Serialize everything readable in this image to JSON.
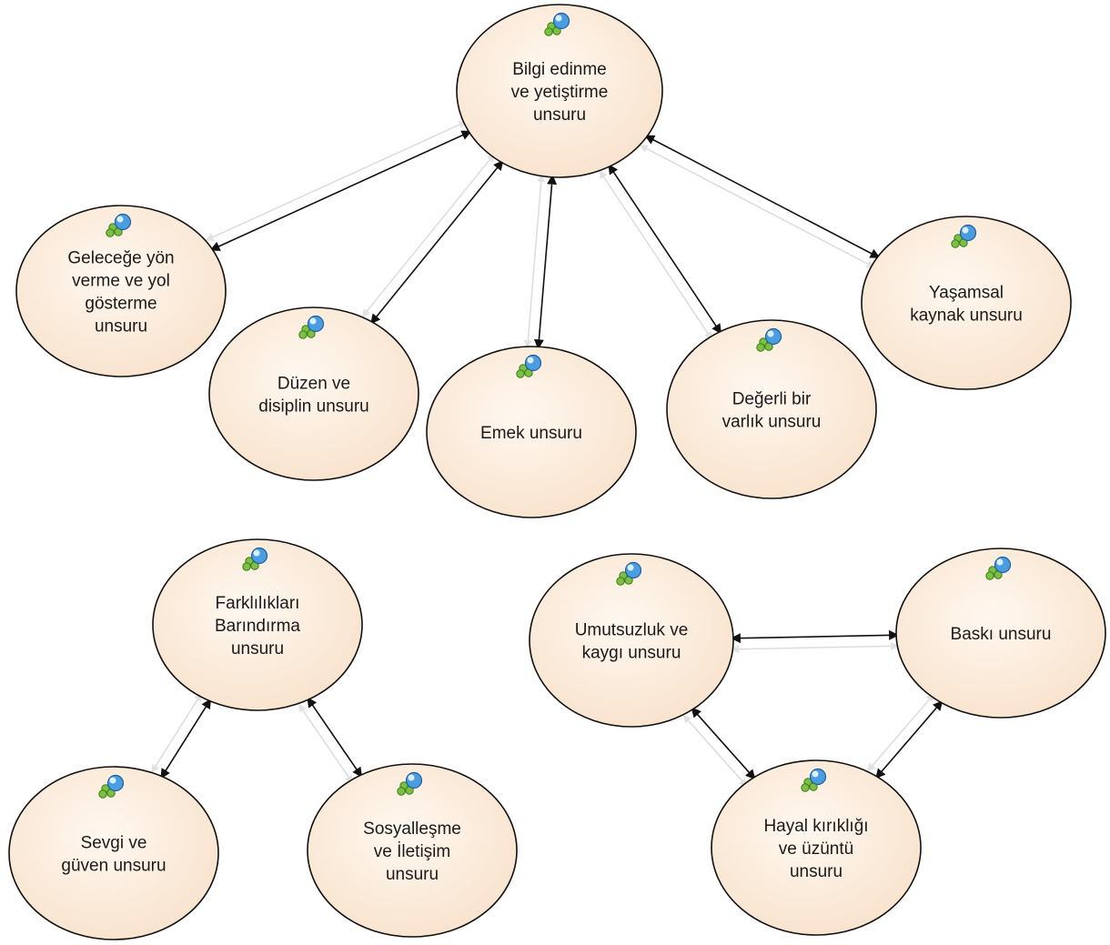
{
  "nodes": [
    {
      "id": "bilgi",
      "lines": [
        "Bilgi edinme",
        "ve yetiştirme",
        "unsuru"
      ]
    },
    {
      "id": "gelecek",
      "lines": [
        "Geleceğe yön",
        "verme ve yol",
        "gösterme",
        "unsuru"
      ]
    },
    {
      "id": "duzen",
      "lines": [
        "Düzen ve",
        "disiplin unsuru"
      ]
    },
    {
      "id": "emek",
      "lines": [
        "Emek unsuru"
      ]
    },
    {
      "id": "degerli",
      "lines": [
        "Değerli bir",
        "varlık unsuru"
      ]
    },
    {
      "id": "yasamsal",
      "lines": [
        "Yaşamsal",
        "kaynak unsuru"
      ]
    },
    {
      "id": "farklilik",
      "lines": [
        "Farklılıkları",
        "Barındırma",
        "unsuru"
      ]
    },
    {
      "id": "sevgi",
      "lines": [
        "Sevgi ve",
        "güven unsuru"
      ]
    },
    {
      "id": "sosyal",
      "lines": [
        "Sosyalleşme",
        "ve İletişim",
        "unsuru"
      ]
    },
    {
      "id": "umutsuzluk",
      "lines": [
        "Umutsuzluk ve",
        "kaygı unsuru"
      ]
    },
    {
      "id": "baski",
      "lines": [
        "Baskı unsuru"
      ]
    },
    {
      "id": "hayal",
      "lines": [
        "Hayal kırıklığı",
        "ve üzüntü",
        "unsuru"
      ]
    }
  ],
  "edges": [
    {
      "from": "bilgi",
      "to": "gelecek",
      "direction": "both"
    },
    {
      "from": "bilgi",
      "to": "duzen",
      "direction": "both"
    },
    {
      "from": "bilgi",
      "to": "emek",
      "direction": "both"
    },
    {
      "from": "bilgi",
      "to": "degerli",
      "direction": "both"
    },
    {
      "from": "bilgi",
      "to": "yasamsal",
      "direction": "both"
    },
    {
      "from": "farklilik",
      "to": "sevgi",
      "direction": "both"
    },
    {
      "from": "farklilik",
      "to": "sosyal",
      "direction": "both"
    },
    {
      "from": "umutsuzluk",
      "to": "baski",
      "direction": "both"
    },
    {
      "from": "umutsuzluk",
      "to": "hayal",
      "direction": "both"
    },
    {
      "from": "baski",
      "to": "hayal",
      "direction": "both"
    }
  ],
  "icon": "use-case-icon",
  "colors": {
    "node_fill": "#fbe9d7",
    "node_fill_light": "#fff7ee",
    "node_stroke": "#111111",
    "edge": "#111111",
    "shadow_edge": "#dcdcdc"
  }
}
